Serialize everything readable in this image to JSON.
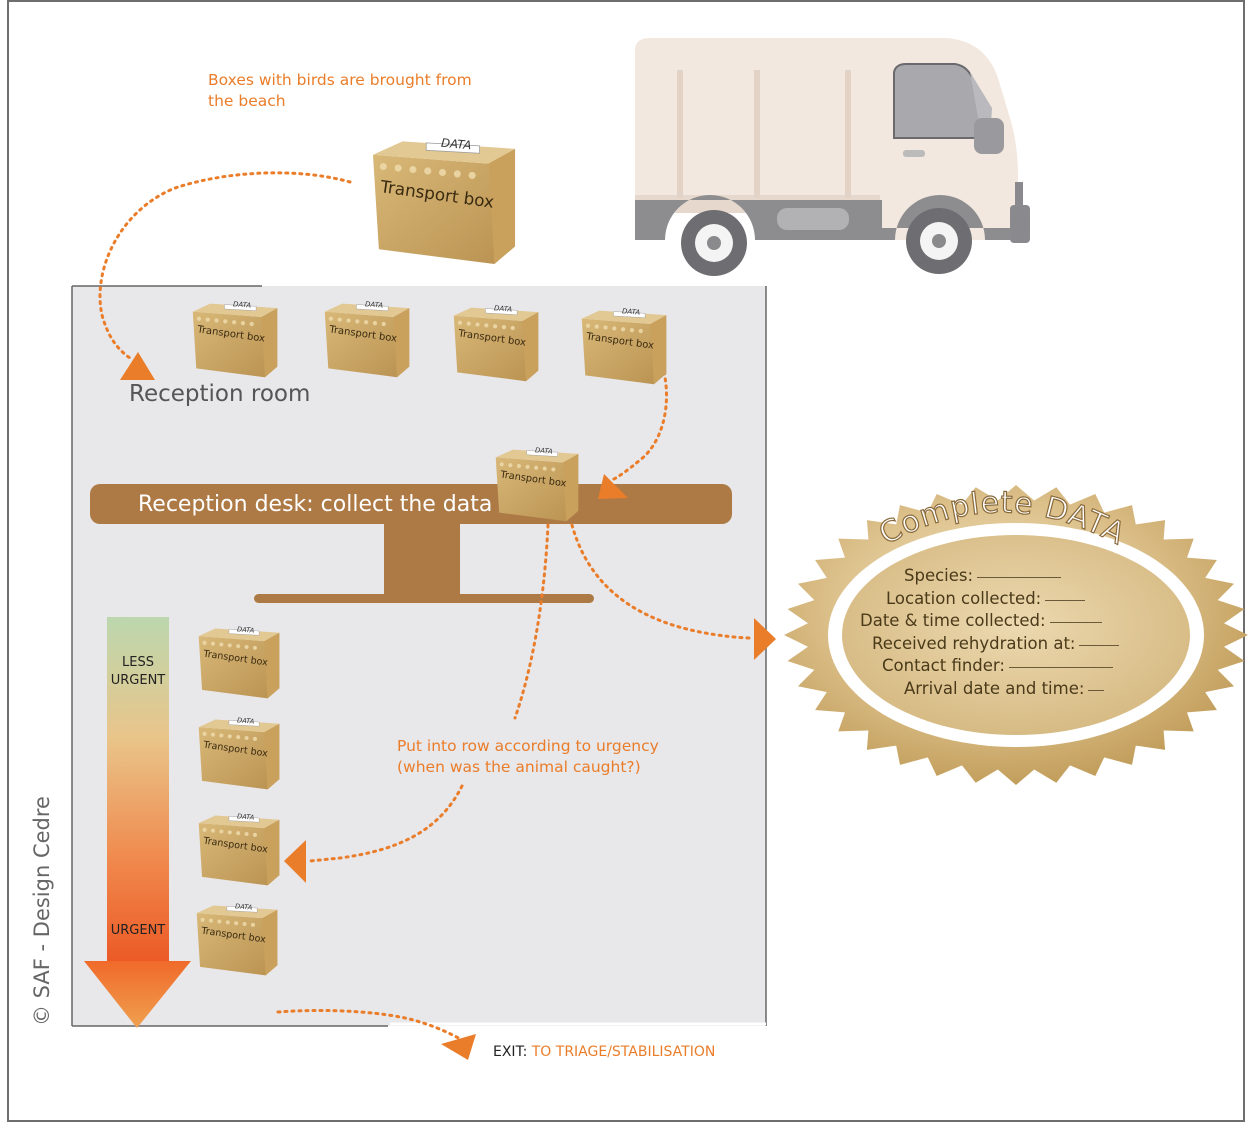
{
  "captions": {
    "boxes_brought": [
      "Boxes with birds are brought from",
      "the beach"
    ],
    "reception_room": "Reception room",
    "reception_desk": "Reception desk: collect the data",
    "row_instruction": [
      "Put into row according to urgency",
      "(when was the animal caught?)"
    ],
    "less_urgent": [
      "LESS",
      "URGENT"
    ],
    "urgent": "URGENT",
    "exit_prefix": "EXIT: ",
    "exit_target": "TO TRIAGE/STABILISATION",
    "copyright": "© SAF - Design Cedre"
  },
  "transport_box": {
    "label": "Transport box",
    "data_tag": "DATA",
    "count_shown": 10
  },
  "data_seal": {
    "title": "Complete DATA",
    "fields": [
      "Species:",
      "Location collected:",
      "Date & time collected:",
      "Received rehydration at:",
      "Contact finder:",
      "Arrival date and time:"
    ]
  },
  "colors": {
    "accent_orange": "#ea7d2a",
    "room_fill": "#e8e7ea",
    "desk_brown": "#ad7a46",
    "truck_body": "#f3e8df",
    "gold": "#c9a254",
    "frame": "#6e6e6e"
  }
}
